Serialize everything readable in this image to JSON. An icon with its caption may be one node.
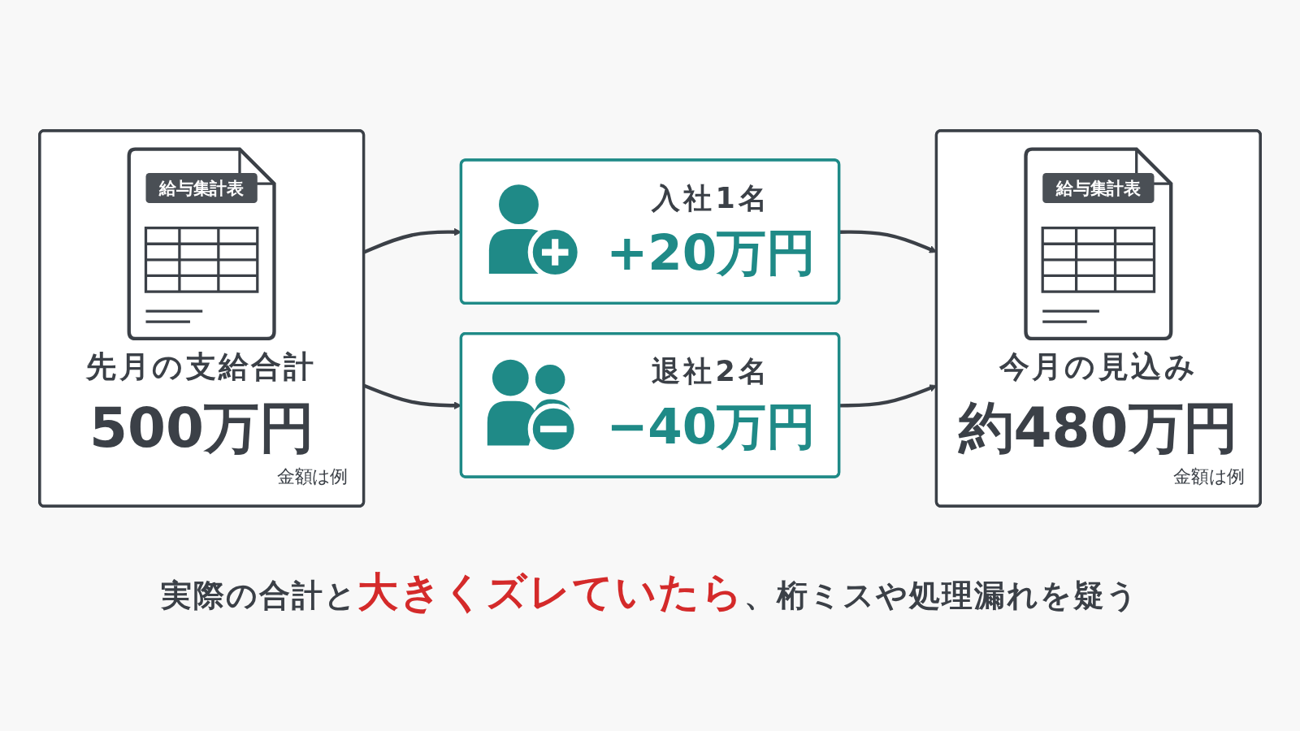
{
  "diagram": {
    "nodes": [
      {
        "text": [
          "給与集計表",
          "先月の支給合計",
          "500万円",
          "金額は例"
        ]
      },
      {
        "text": [
          "入社1名",
          "+20万円"
        ]
      },
      {
        "text": [
          "退社2名",
          "−40万円"
        ]
      },
      {
        "text": [
          "給与集計表",
          "今月の見込み",
          "約480万円",
          "金額は例"
        ]
      }
    ],
    "edges": [
      {
        "from": 0,
        "to": 1,
        "arrow": "to"
      },
      {
        "from": 0,
        "to": 2,
        "arrow": "to"
      },
      {
        "from": 1,
        "to": 3,
        "arrow": "to"
      },
      {
        "from": 2,
        "to": 3,
        "arrow": "to"
      }
    ],
    "caption": "実際の合計と**大きくズレていたら**、桁ミスや処理漏れを疑う"
  }
}
